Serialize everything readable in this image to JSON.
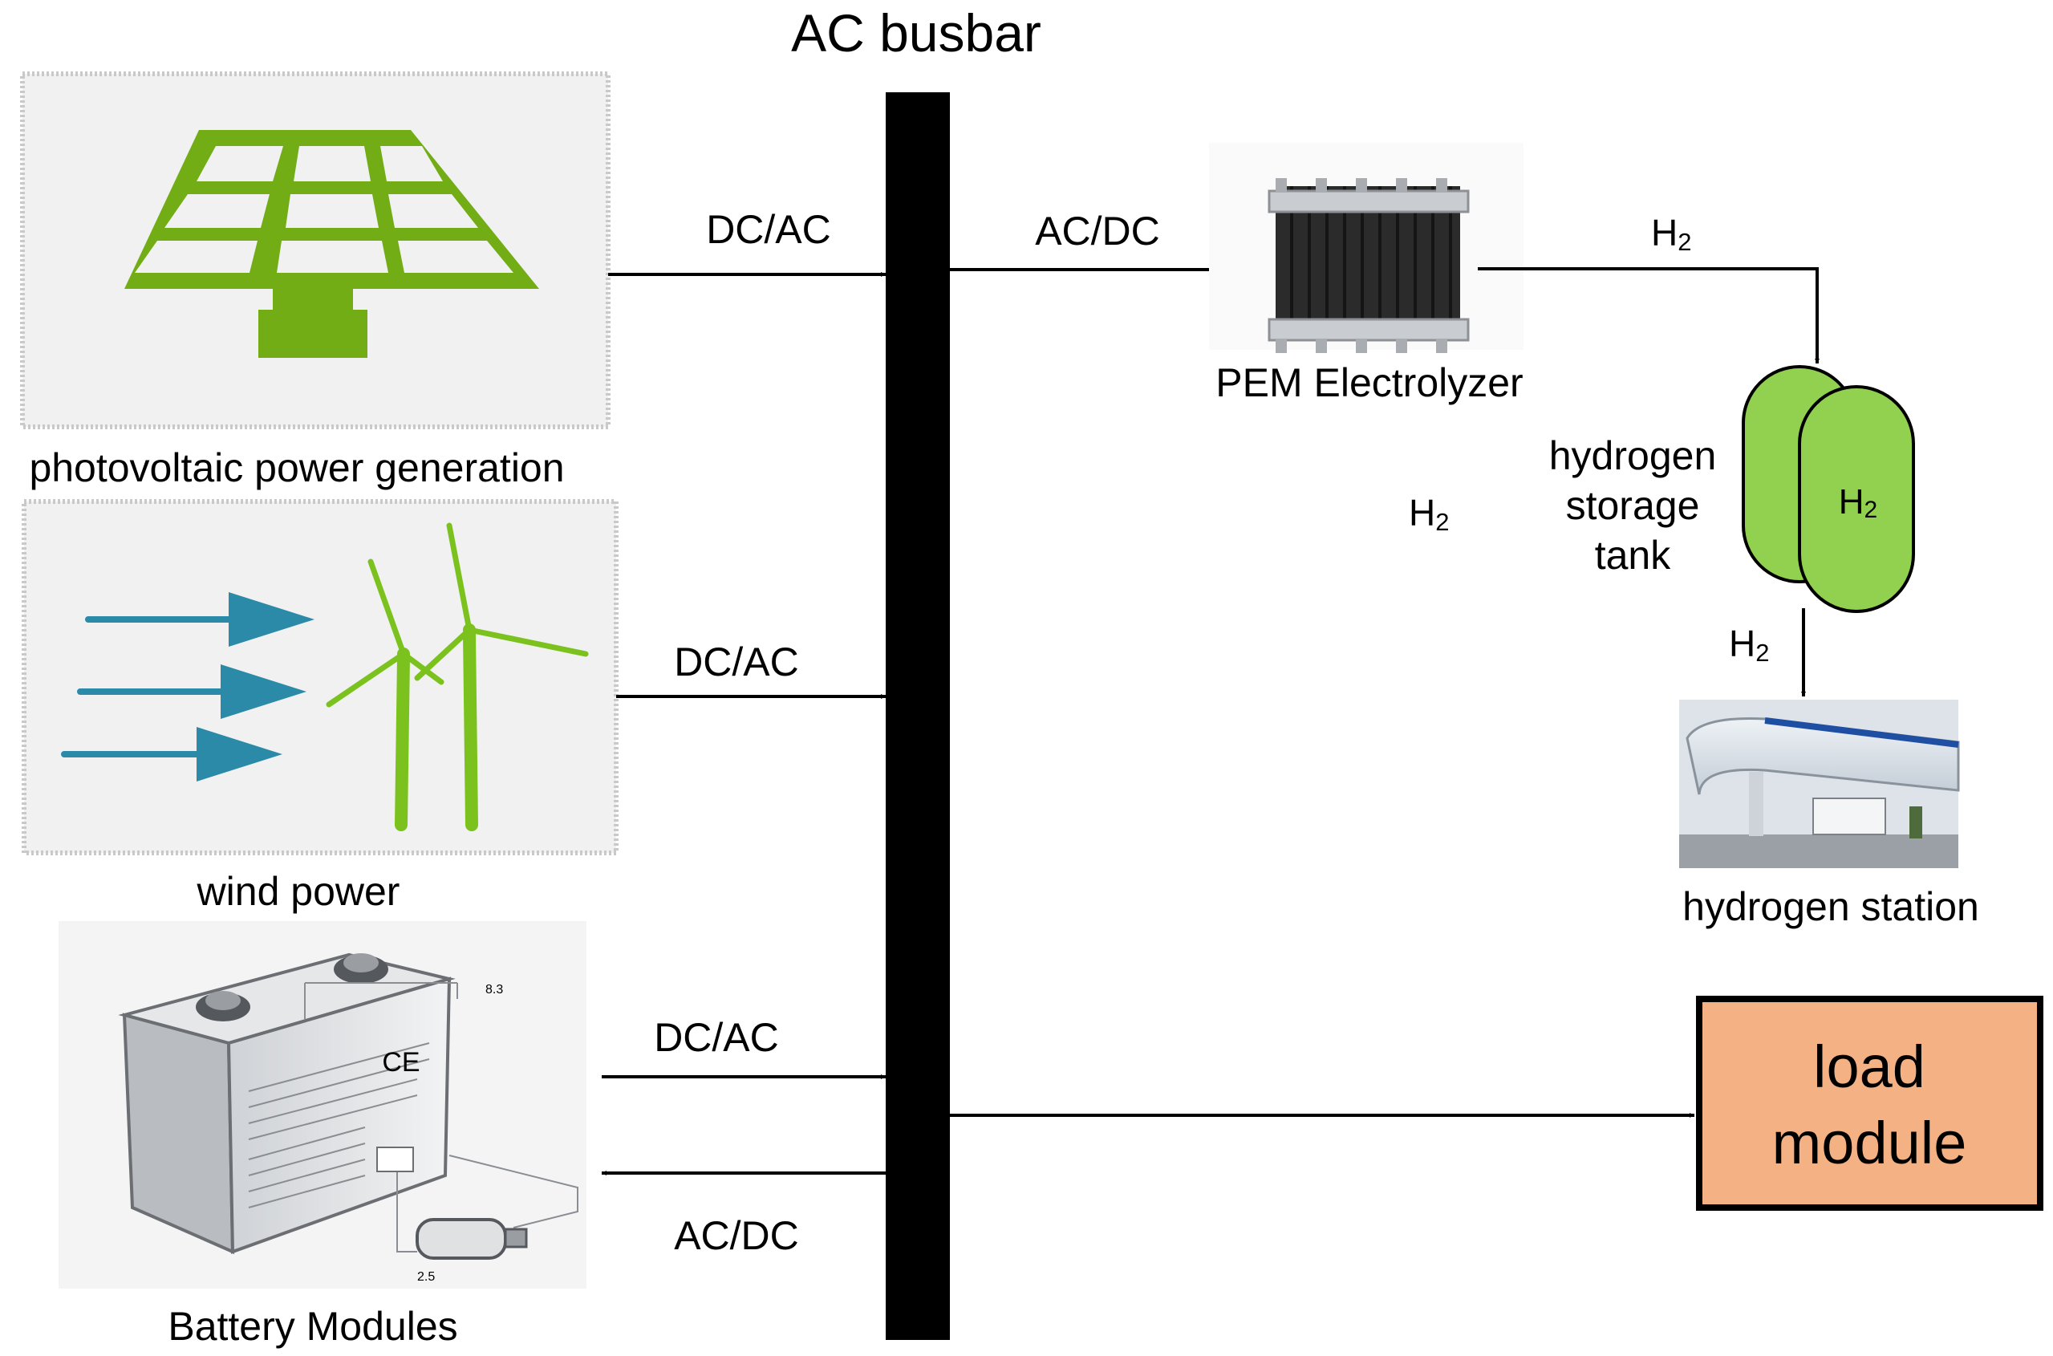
{
  "title": "AC busbar",
  "sources": {
    "pv": {
      "label": "photovoltaic power generation",
      "converter": "DC/AC",
      "icon": "solar-panel-icon"
    },
    "wind": {
      "label": "wind power",
      "converter": "DC/AC",
      "icon": "wind-turbine-icon"
    },
    "battery": {
      "label": "Battery Modules",
      "converter_in": "DC/AC",
      "converter_out": "AC/DC",
      "icon": "battery-icon",
      "image_text": [
        "CE",
        "8.3",
        "2.5"
      ]
    }
  },
  "hydrogen": {
    "converter": "AC/DC",
    "electrolyzer": {
      "label": "PEM Electrolyzer",
      "icon": "electrolyzer-icon"
    },
    "h2_top": "H2",
    "h2_mid": "H2",
    "h2_bottom": "H2",
    "tank": {
      "label_lines": [
        "hydrogen",
        "storage",
        "tank"
      ],
      "content": "H2",
      "icon": "hydrogen-tank-icon"
    },
    "station": {
      "label": "hydrogen station",
      "icon": "hydrogen-station-icon"
    }
  },
  "load": {
    "lines": [
      "load",
      "module"
    ]
  },
  "colors": {
    "accent_green": "#7cc21e",
    "panel_green": "#72ad16",
    "tank_green": "#92d050",
    "wind_arrow": "#2a8aa8",
    "load_fill": "#f4b183"
  }
}
